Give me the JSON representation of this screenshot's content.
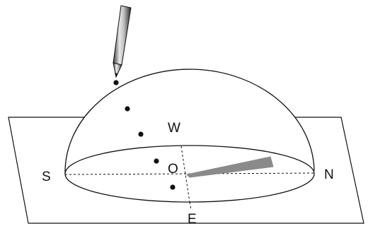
{
  "labels": {
    "south": "S",
    "north": "N",
    "west": "W",
    "east": "E",
    "origin": "O"
  },
  "icons": {
    "pen": "pen-icon",
    "gnomon": "gnomon-icon"
  },
  "colors": {
    "stroke": "#111111",
    "gnomon": "#8a8a8a",
    "background": "#ffffff"
  }
}
